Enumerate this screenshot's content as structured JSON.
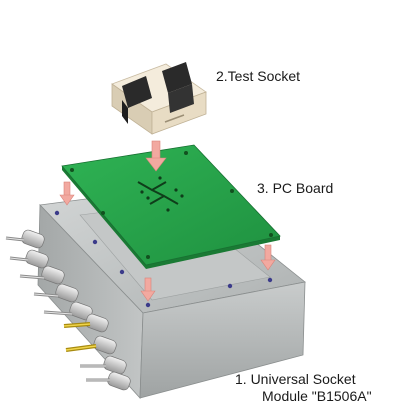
{
  "labels": {
    "test_socket": "2.Test Socket",
    "pc_board": "3. PC Board",
    "module_line1": "1. Universal Socket",
    "module_line2": "Module \"B1506A\""
  },
  "colors": {
    "pcb_green": "#27a24a",
    "pcb_edge": "#1a7a34",
    "arrow_pink": "#f2a9a0",
    "module_gray": "#b9bcbc",
    "socket_cream": "#efe6d4",
    "socket_black": "#2a2a2a",
    "pin_gold": "#d7b526"
  },
  "icons": {
    "down_arrow": "down-arrow-icon"
  }
}
